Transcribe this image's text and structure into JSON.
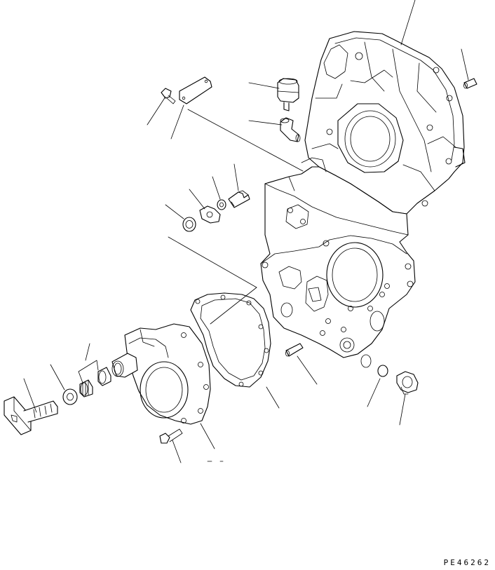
{
  "drawing": {
    "code": "PE46262",
    "ink_color": "#000000",
    "paper_color": "#ffffff"
  },
  "parts": [
    {
      "id": "flywheel-housing"
    },
    {
      "id": "dowel-pin-upper"
    },
    {
      "id": "breather-cap"
    },
    {
      "id": "elbow-fitting"
    },
    {
      "id": "bolt-small"
    },
    {
      "id": "name-plate"
    },
    {
      "id": "bolt-with-washer"
    },
    {
      "id": "lock-washer"
    },
    {
      "id": "washer-plate"
    },
    {
      "id": "seal-ring"
    },
    {
      "id": "timing-gear-case"
    },
    {
      "id": "gasket"
    },
    {
      "id": "front-cover"
    },
    {
      "id": "cover-bolt"
    },
    {
      "id": "bearing-set"
    },
    {
      "id": "spacer-ring"
    },
    {
      "id": "drive-shaft-flange"
    },
    {
      "id": "dowel-pin-lower"
    },
    {
      "id": "o-ring"
    },
    {
      "id": "drain-plug"
    }
  ]
}
